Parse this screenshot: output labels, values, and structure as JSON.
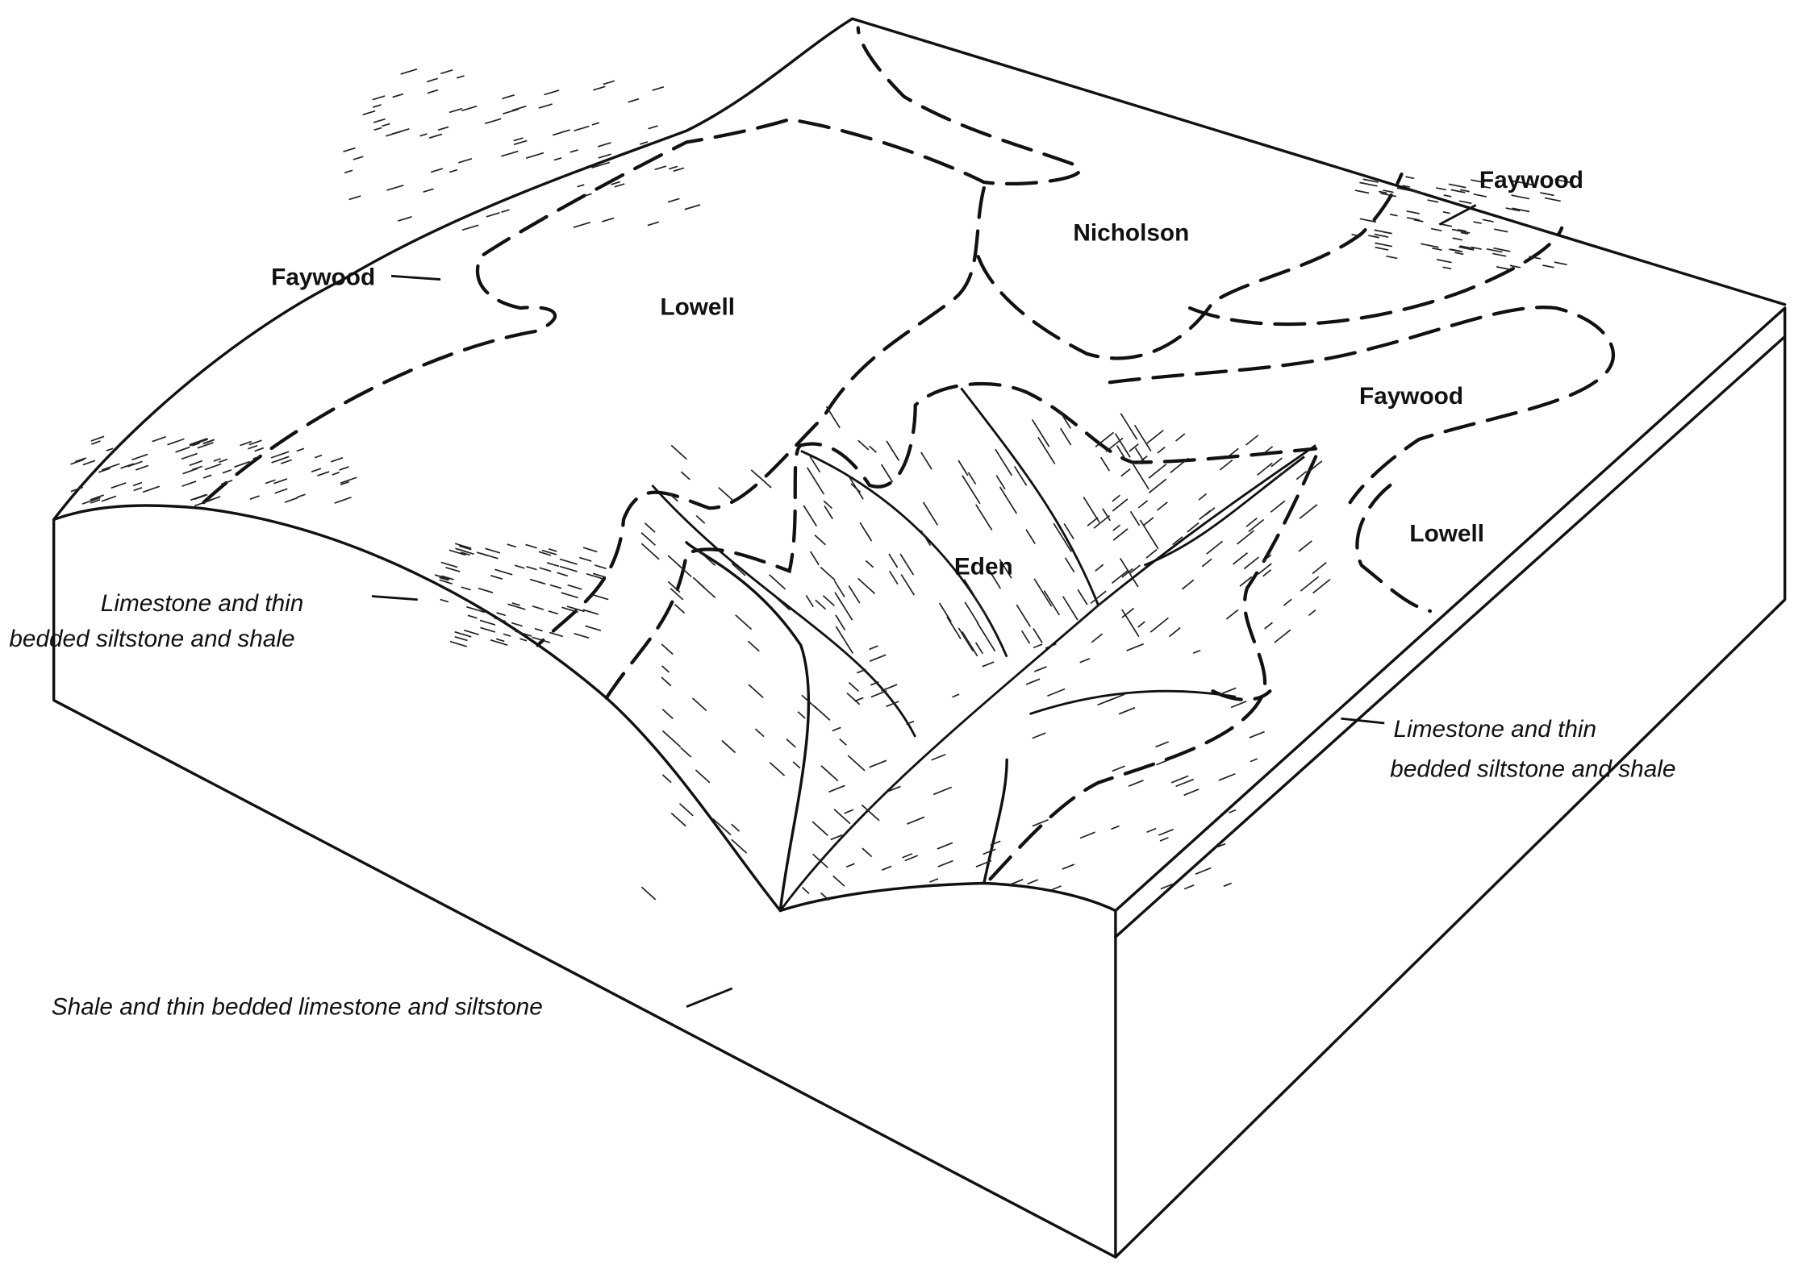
{
  "diagram": {
    "soil_labels": {
      "faywood_top_right": "Faywood",
      "nicholson": "Nicholson",
      "faywood_left": "Faywood",
      "lowell_left": "Lowell",
      "faywood_right": "Faywood",
      "lowell_right": "Lowell",
      "eden": "Eden"
    },
    "geology_labels": {
      "left_line1": "Limestone and thin",
      "left_line2": "bedded siltstone and shale",
      "right_line1": "Limestone and thin",
      "right_line2": "bedded siltstone and shale",
      "bottom": "Shale and thin bedded limestone and siltstone"
    }
  }
}
